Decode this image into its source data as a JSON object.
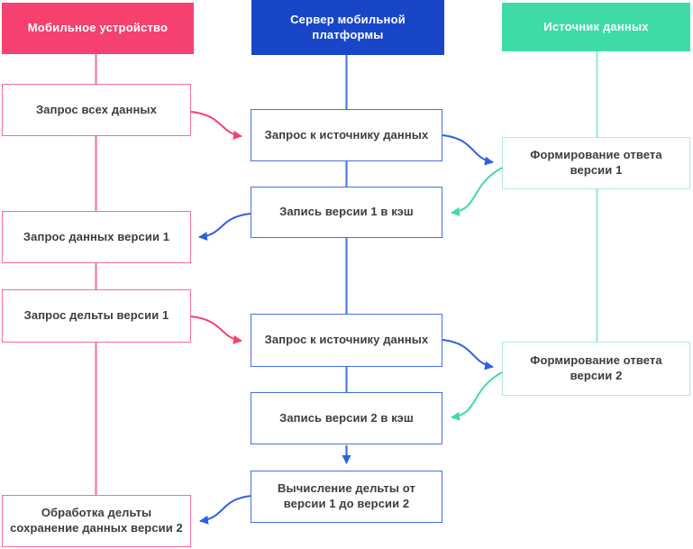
{
  "lanes": {
    "mobile": {
      "title": "Мобильное устройство",
      "color": "#f4416f",
      "line_color": "#f96e92"
    },
    "server": {
      "title": "Сервер мобильной\nплатформы",
      "color": "#1946c8",
      "line_color": "#4470e3"
    },
    "source": {
      "title": "Источник данных",
      "color": "#3edca4",
      "line_color": "#90e8cc",
      "border_color": "#aeedd9"
    }
  },
  "nodes": {
    "request_all_data": {
      "label": "Запрос всех данных",
      "lane": "mobile"
    },
    "request_to_source_1": {
      "label": "Запрос к источнику данных",
      "lane": "server"
    },
    "form_response_v1": {
      "label": "Формирование ответа\nверсии 1",
      "lane": "source"
    },
    "write_v1_cache": {
      "label": "Запись версии 1 в кэш",
      "lane": "server"
    },
    "request_data_v1": {
      "label": "Запрос данных версии 1",
      "lane": "mobile"
    },
    "request_delta_v1": {
      "label": "Запрос дельты версии 1",
      "lane": "mobile"
    },
    "request_to_source_2": {
      "label": "Запрос к источнику данных",
      "lane": "server"
    },
    "form_response_v2": {
      "label": "Формирование ответа\nверсии 2",
      "lane": "source"
    },
    "write_v2_cache": {
      "label": "Запись версии 2 в кэш",
      "lane": "server"
    },
    "compute_delta": {
      "label": "Вычисление дельты от\nверсии 1 до версии 2",
      "lane": "server"
    },
    "process_delta": {
      "label": "Обработка дельты\nсохранение данных версии 2",
      "lane": "mobile"
    }
  },
  "colors": {
    "text": "#3d3d3d",
    "arrow_pink": "#f4416f",
    "arrow_blue": "#2e61de",
    "arrow_green": "#3fd9a7"
  }
}
